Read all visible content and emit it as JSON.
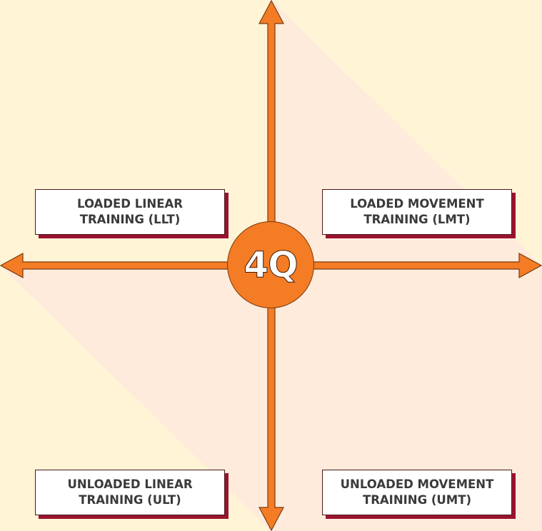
{
  "colors": {
    "background_warm": "#fff4d6",
    "background_peach": "#ffebdc",
    "axis": "#f47c24",
    "axis_outline": "#7a3a10",
    "circle": "#f47c24",
    "box_shadow": "#9a1230",
    "box_text": "#3a3a3a"
  },
  "center": {
    "label": "4Q"
  },
  "quadrants": {
    "top_left": {
      "label": "LOADED LINEAR\nTRAINING (LLT)"
    },
    "top_right": {
      "label": "LOADED MOVEMENT\nTRAINING (LMT)"
    },
    "bottom_left": {
      "label": "UNLOADED LINEAR\nTRAINING (ULT)"
    },
    "bottom_right": {
      "label": "UNLOADED MOVEMENT\nTRAINING (UMT)"
    }
  },
  "icons": {
    "up": "arrow-up-icon",
    "down": "arrow-down-icon",
    "left": "arrow-left-icon",
    "right": "arrow-right-icon"
  }
}
